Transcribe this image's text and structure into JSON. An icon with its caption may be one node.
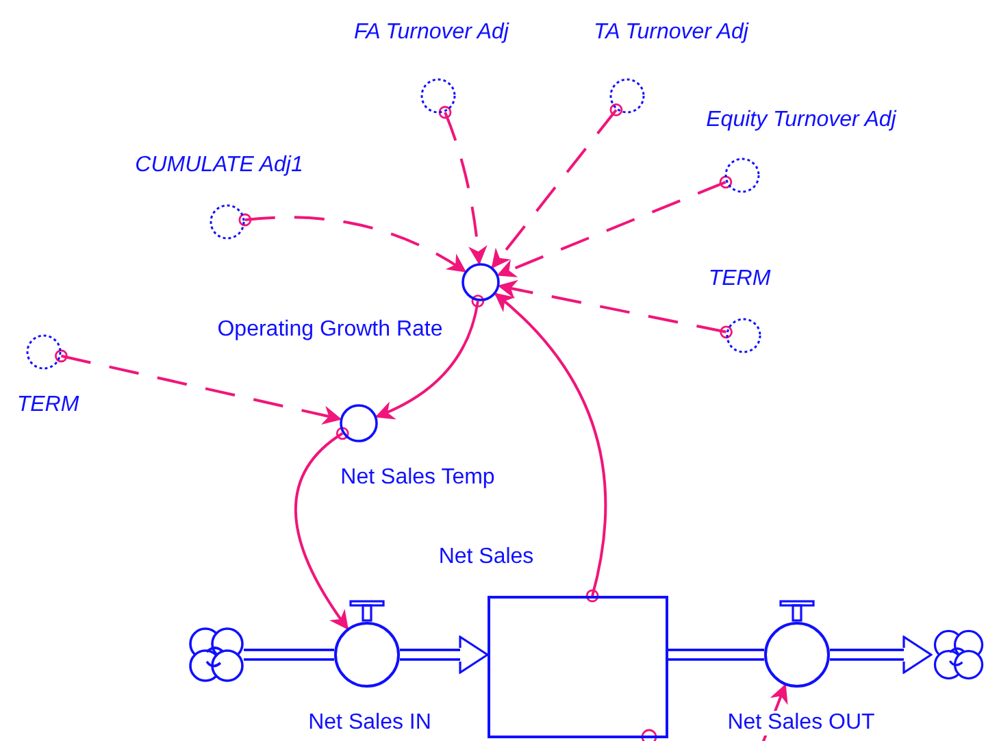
{
  "diagram": {
    "nodes": [
      {
        "text": [
          "FA Turnover Adj"
        ]
      },
      {
        "text": [
          "TA Turnover Adj"
        ]
      },
      {
        "text": [
          "Equity Turnover Adj"
        ]
      },
      {
        "text": [
          "CUMULATE Adj1"
        ]
      },
      {
        "text": [
          "TERM"
        ]
      },
      {
        "text": [
          "Operating Growth Rate"
        ]
      },
      {
        "text": [
          "TERM"
        ]
      },
      {
        "text": [
          "Net Sales Temp"
        ]
      },
      {
        "text": [
          "Net Sales"
        ]
      },
      {
        "text": [],
        "shape": "cloud"
      },
      {
        "text": [
          "Net Sales IN"
        ]
      },
      {
        "text": [
          "Net Sales OUT"
        ]
      },
      {
        "text": [],
        "shape": "cloud"
      }
    ],
    "edges": [
      {
        "from": 0,
        "to": 5,
        "arrow": "to",
        "style": "dashed"
      },
      {
        "from": 1,
        "to": 5,
        "arrow": "to",
        "style": "dashed"
      },
      {
        "from": 2,
        "to": 5,
        "arrow": "to",
        "style": "dashed"
      },
      {
        "from": 3,
        "to": 5,
        "arrow": "to",
        "style": "dashed"
      },
      {
        "from": 4,
        "to": 5,
        "arrow": "to",
        "style": "dashed"
      },
      {
        "from": 6,
        "to": 7,
        "arrow": "to",
        "style": "dashed"
      },
      {
        "from": 5,
        "to": 7,
        "arrow": "to"
      },
      {
        "from": 8,
        "to": 5,
        "arrow": "to"
      },
      {
        "from": 7,
        "to": 10,
        "arrow": "to"
      },
      {
        "from": 9,
        "to": 10,
        "arrow": "none",
        "color": "#0000ff"
      },
      {
        "from": 10,
        "to": 8,
        "arrow": "to",
        "color": "#0000ff"
      },
      {
        "from": 8,
        "to": 11,
        "arrow": "none",
        "color": "#0000ff"
      },
      {
        "from": 11,
        "to": 12,
        "arrow": "to",
        "color": "#0000ff"
      },
      {
        "from": null,
        "to": 11,
        "arrow": "to"
      }
    ]
  }
}
